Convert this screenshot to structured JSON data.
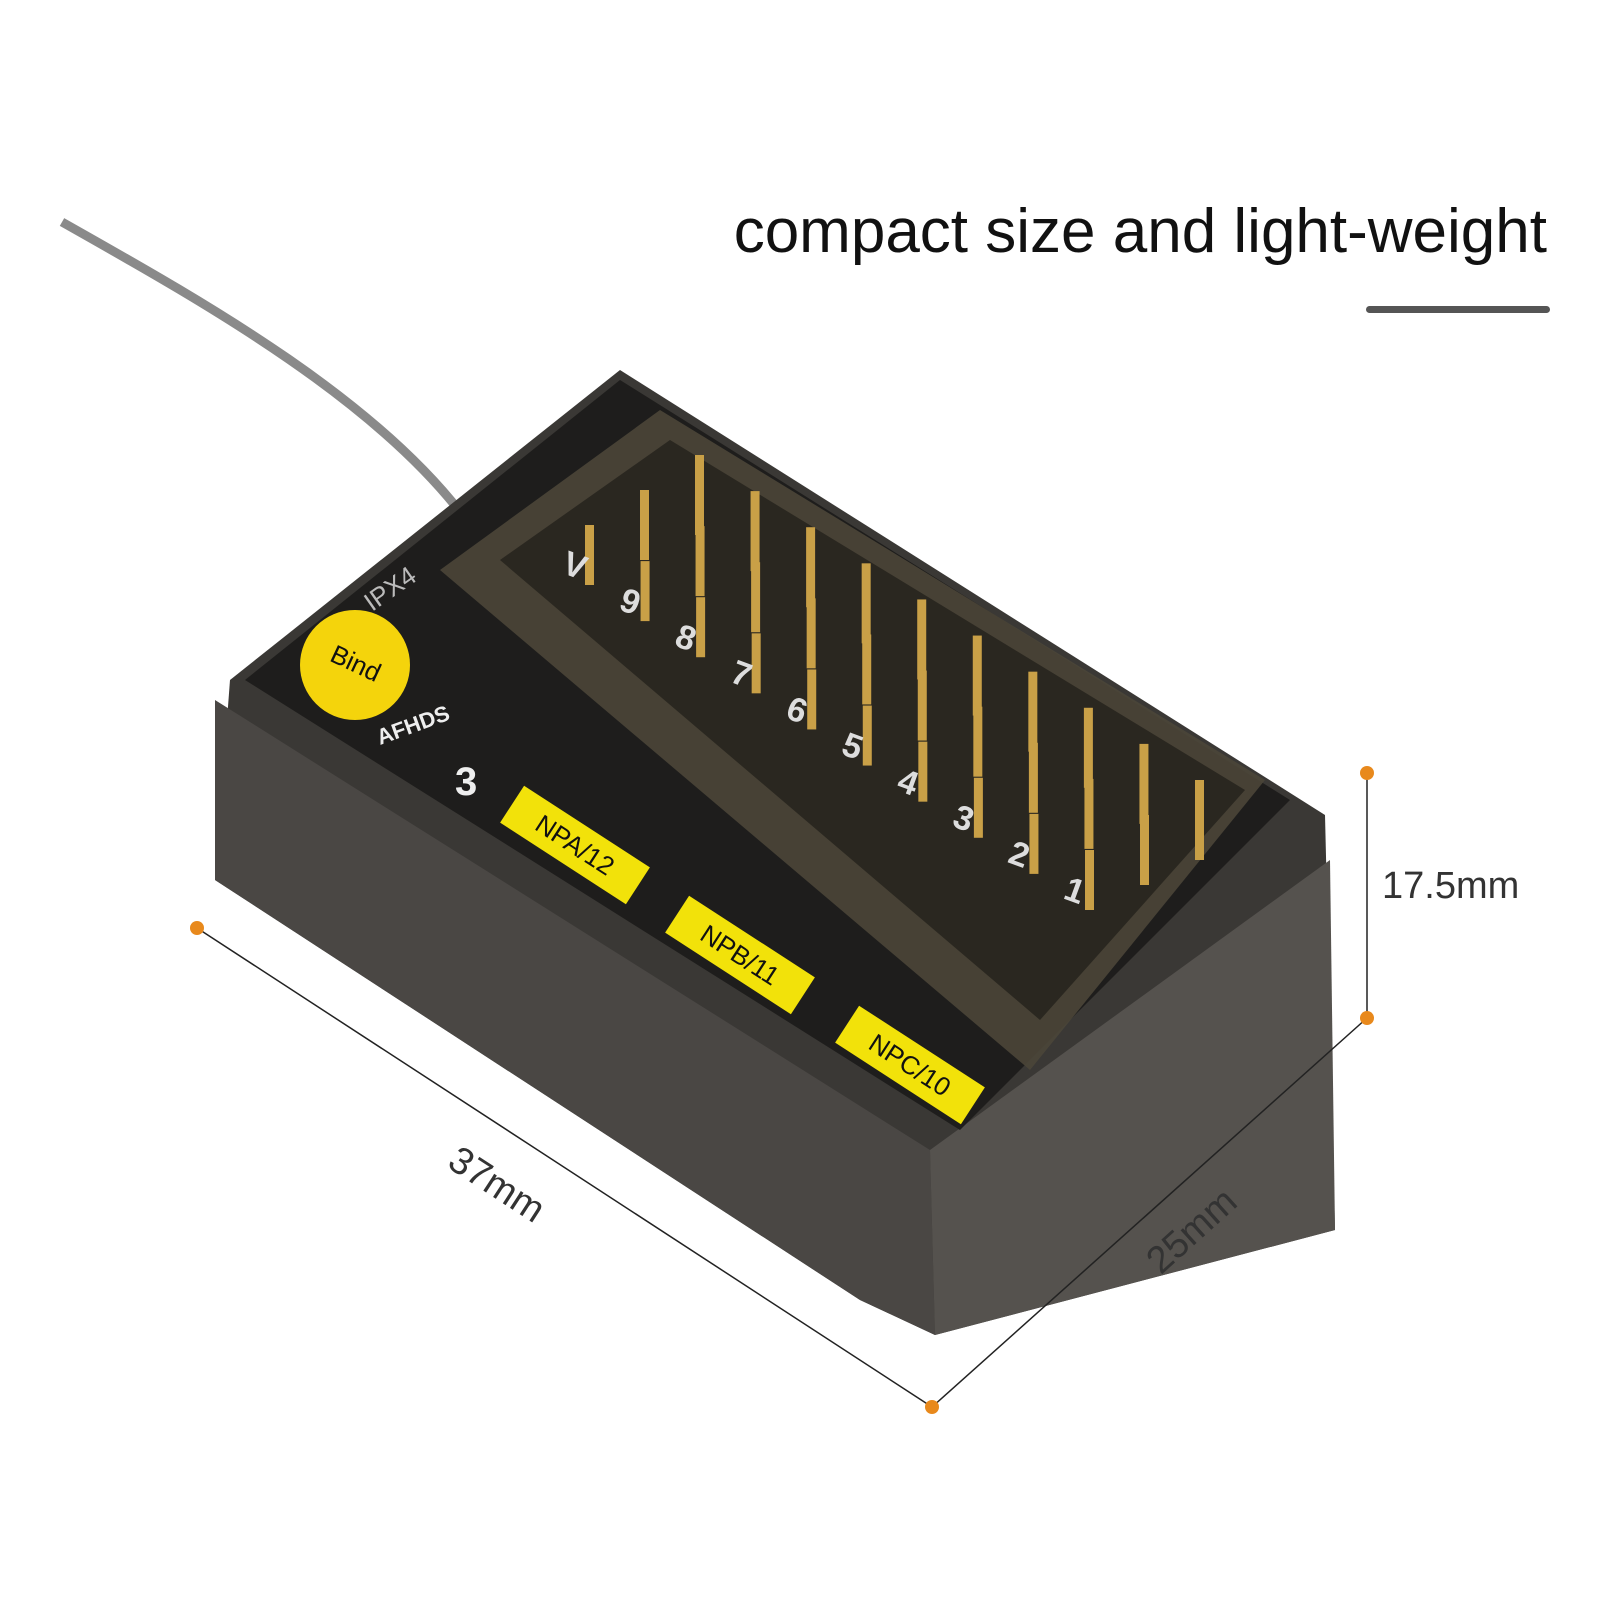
{
  "headline": "compact size and light-weight",
  "dimensions": {
    "length": "37mm",
    "width": "25mm",
    "height": "17.5mm"
  },
  "device_labels": {
    "bind": "Bind",
    "ipx": "IPX4",
    "protocol": "AFHDS",
    "protocol_version": "3",
    "ports": [
      "NPA/12",
      "NPB/11",
      "NPC/10"
    ],
    "pins": [
      "V",
      "9",
      "8",
      "7",
      "6",
      "5",
      "4",
      "3",
      "2",
      "1"
    ]
  },
  "colors": {
    "accent_dot": "#e8891c",
    "label_yellow": "#f2e20a",
    "case": "#2b2a28"
  }
}
